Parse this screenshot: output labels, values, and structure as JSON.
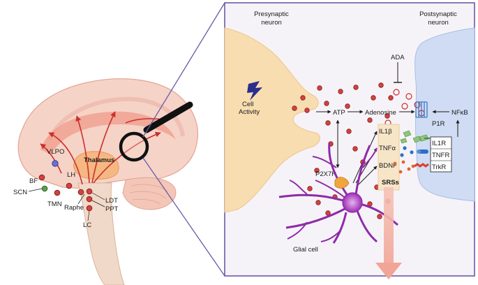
{
  "brain_labels": {
    "vlpo": "VLPO",
    "thalamus": "Thalamus",
    "lh": "LH",
    "bf": "BF",
    "scn": "SCN",
    "tmn": "TMN",
    "ldt": "LDT",
    "ppt": "PPT",
    "raphe": "Raphe",
    "lc": "LC"
  },
  "synapse_labels": {
    "presynaptic": [
      "Presynaptic",
      "neuron"
    ],
    "postsynaptic": [
      "Postsynaptic",
      "neuron"
    ],
    "cell_activity": [
      "Cell",
      "Activity"
    ],
    "atp": "ATP",
    "adenosine": "Adenosine",
    "ada": "ADA",
    "p1r": "P1R",
    "nfkb": "NFκB",
    "il1b": "IL1β",
    "tnfa": "TNFα",
    "bdnf": "BDNF",
    "srss": "SRSs",
    "il1r": "IL1R",
    "tnfr": "TNFR",
    "trkr": "TrkR",
    "p2x7r": "P2X7R",
    "glial_cell": "Glial cell"
  },
  "colors": {
    "frame": "#6a5aa8",
    "presynaptic_fill": "#f7ddb0",
    "postsynaptic_fill": "#cfdcf3",
    "vesicle": "#c9302c",
    "glia": "#8e2aa8",
    "brain": "#f2c9bd"
  }
}
